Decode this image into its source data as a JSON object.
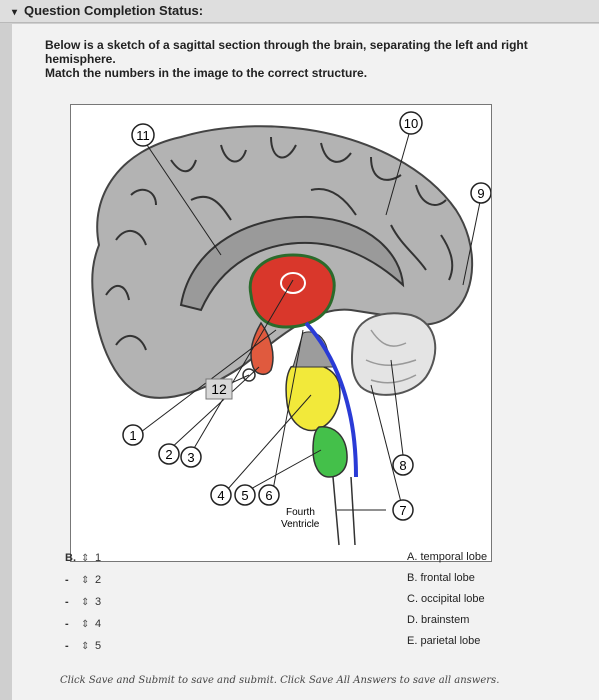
{
  "status": {
    "title": "Question Completion Status:"
  },
  "question": {
    "prompt_line1": "Below is a sketch of a sagittal section through the brain, separating the left and right hemisphere.",
    "prompt_line2": "Match the numbers in the image to the correct structure."
  },
  "figure": {
    "labels": [
      "1",
      "2",
      "3",
      "4",
      "5",
      "6",
      "7",
      "8",
      "9",
      "10",
      "11",
      "12"
    ],
    "fourth_ventricle_line1": "Fourth",
    "fourth_ventricle_line2": "Ventricle"
  },
  "matches": [
    {
      "number": "1",
      "selected": "B."
    },
    {
      "number": "2",
      "selected": "-"
    },
    {
      "number": "3",
      "selected": "-"
    },
    {
      "number": "4",
      "selected": "-"
    },
    {
      "number": "5",
      "selected": "-"
    }
  ],
  "options": [
    "A. temporal lobe",
    "B. frontal lobe",
    "C. occipital lobe",
    "D. brainstem",
    "E. parietal lobe"
  ],
  "footer": {
    "text": "Click Save and Submit to save and submit. Click Save All Answers to save all answers."
  },
  "colors": {
    "cortex": "#b3b3b3",
    "thalamus": "#d9372b",
    "midbrain": "#f2e93a",
    "pons_medulla": "#44c04a",
    "aqueduct": "#2a3bd6",
    "cerebellum": "#e4e4e4"
  }
}
